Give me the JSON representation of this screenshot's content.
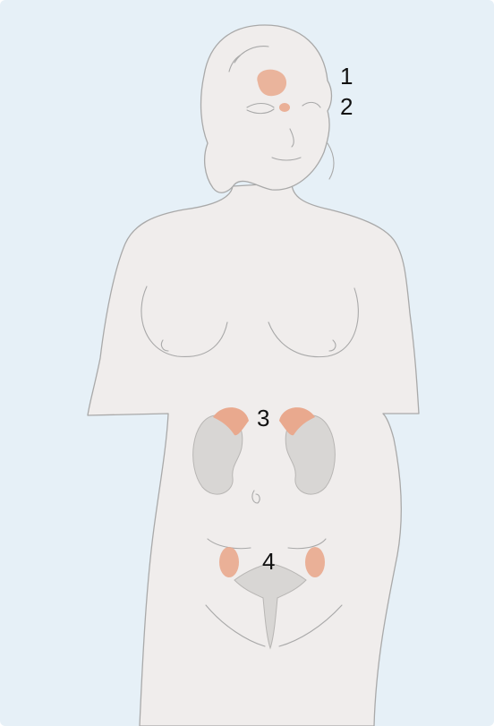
{
  "labels": {
    "one": "1",
    "two": "2",
    "three": "3",
    "four": "4"
  },
  "colors": {
    "background": "#e6f0f7",
    "body_fill": "#f0edec",
    "outline": "#a9a9a9",
    "gland": "#e9a98e",
    "organ_gray": "#d8d6d4"
  }
}
